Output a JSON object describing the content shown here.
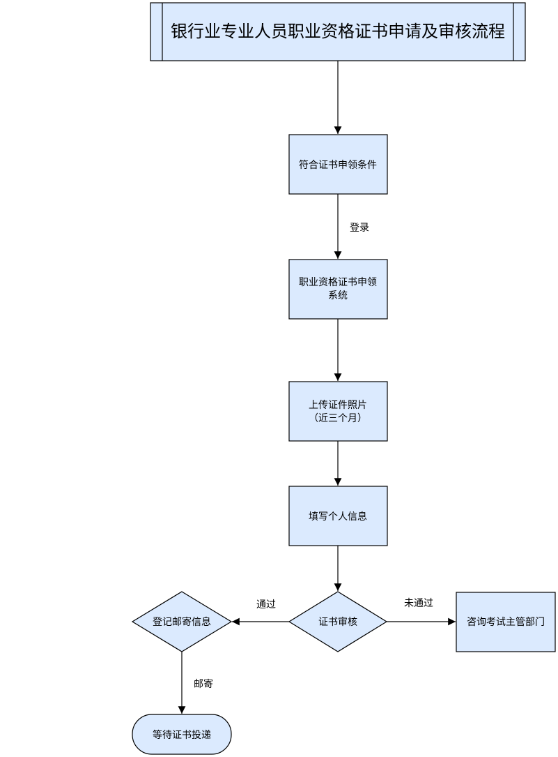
{
  "title": "银行业专业人员职业资格证书申请及审核流程",
  "steps": {
    "conditions": "符合证书申领条件",
    "system_line1": "职业资格证书申领",
    "system_line2": "系统",
    "upload_line1": "上传证件照片",
    "upload_line2": "（近三个月）",
    "fill_info": "填写个人信息",
    "review": "证书审核",
    "register_mail": "登记邮寄信息",
    "consult": "咨询考试主管部门",
    "wait_delivery": "等待证书投递"
  },
  "edges": {
    "login": "登录",
    "pass": "通过",
    "fail": "未通过",
    "mail": "邮寄"
  },
  "colors": {
    "node_fill": "#dbeafe",
    "node_stroke": "#000000",
    "line": "#000000"
  }
}
